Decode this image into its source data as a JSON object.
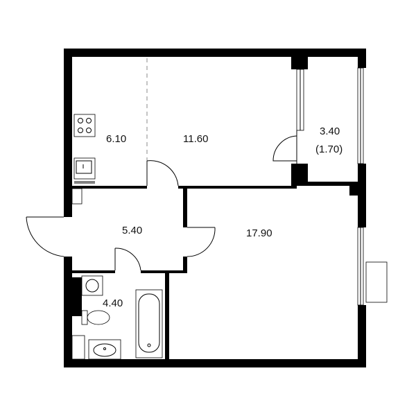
{
  "colors": {
    "wall": "#000000",
    "background": "#ffffff",
    "label": "#111111"
  },
  "rooms": [
    {
      "id": "kitchen",
      "area": "6.10"
    },
    {
      "id": "living-room",
      "area": "11.60"
    },
    {
      "id": "balcony",
      "area": "3.40",
      "area_reduced": "(1.70)"
    },
    {
      "id": "hallway",
      "area": "5.40"
    },
    {
      "id": "bedroom",
      "area": "17.90"
    },
    {
      "id": "bathroom",
      "area": "4.40"
    }
  ]
}
